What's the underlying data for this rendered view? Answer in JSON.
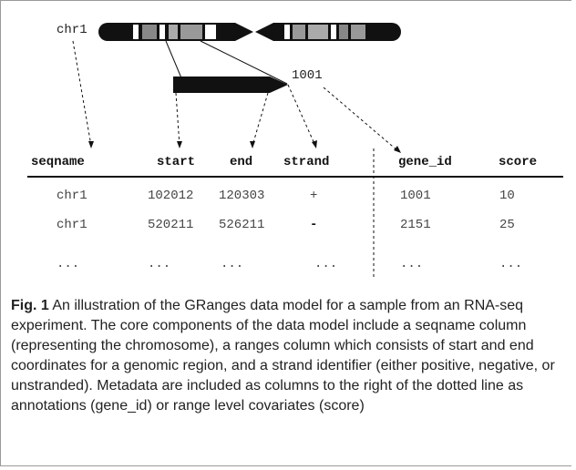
{
  "diagram": {
    "chromosome_label": "chr1",
    "gene_label": "1001"
  },
  "table": {
    "headers": [
      "seqname",
      "start",
      "end",
      "strand",
      "gene_id",
      "score"
    ],
    "rows": [
      [
        "chr1",
        "102012",
        "120303",
        "+",
        "1001",
        "10"
      ],
      [
        "chr1",
        "520211",
        "526211",
        "-",
        "2151",
        "25"
      ],
      [
        "...",
        "...",
        "...",
        "...",
        "...",
        "..."
      ]
    ]
  },
  "caption": {
    "label": "Fig. 1",
    "text": " An illustration of the GRanges data model for a sample from an RNA-seq experiment. The core components of the data model include a seqname column (representing the chromosome), a ranges column which consists of start and end coordinates for a genomic region, and a strand identifier (either positive, negative, or unstranded). Metadata are included as columns to the right of the dotted line as annotations (gene_id) or range level covariates (score)"
  }
}
